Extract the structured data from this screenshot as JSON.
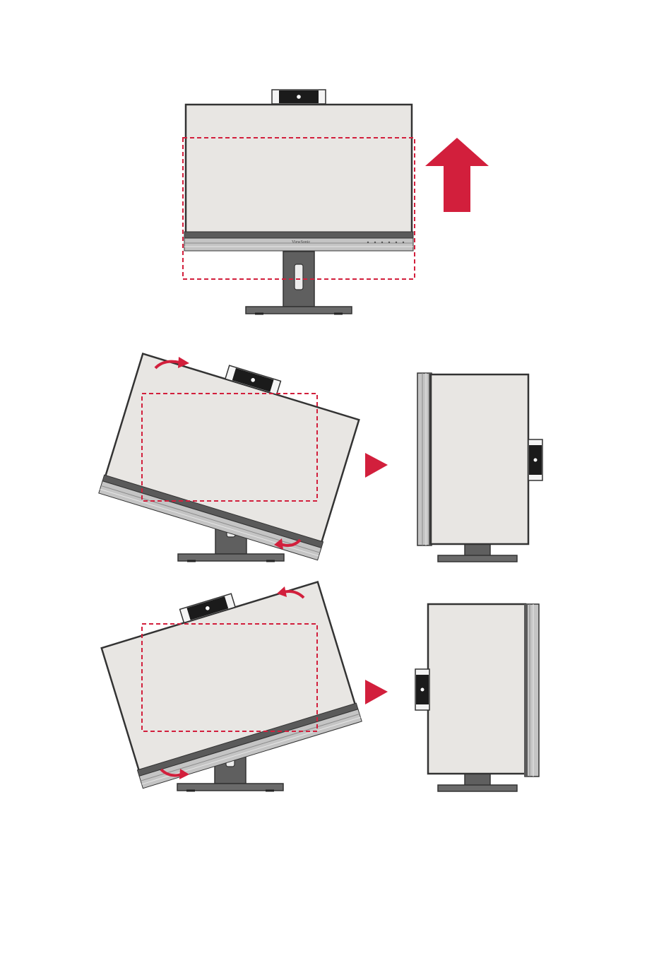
{
  "colors": {
    "accent": "#d21f3c",
    "screen": "#e8e6e3",
    "outline": "#333333",
    "stand": "#5f5f5f",
    "bezel_light": "#bcbcbc",
    "camera": "#1a1a1a"
  },
  "icons": {
    "up_arrow": "arrow-up-icon",
    "next_arrow": "triangle-right-icon",
    "rotate_cw": "rotate-clockwise-icon",
    "rotate_ccw": "rotate-counterclockwise-icon"
  },
  "steps": [
    {
      "name": "raise-monitor",
      "order": 1
    },
    {
      "name": "rotate-clockwise",
      "order": 2
    },
    {
      "name": "rotate-counterclockwise",
      "order": 3
    }
  ],
  "brand": "ViewSonic"
}
